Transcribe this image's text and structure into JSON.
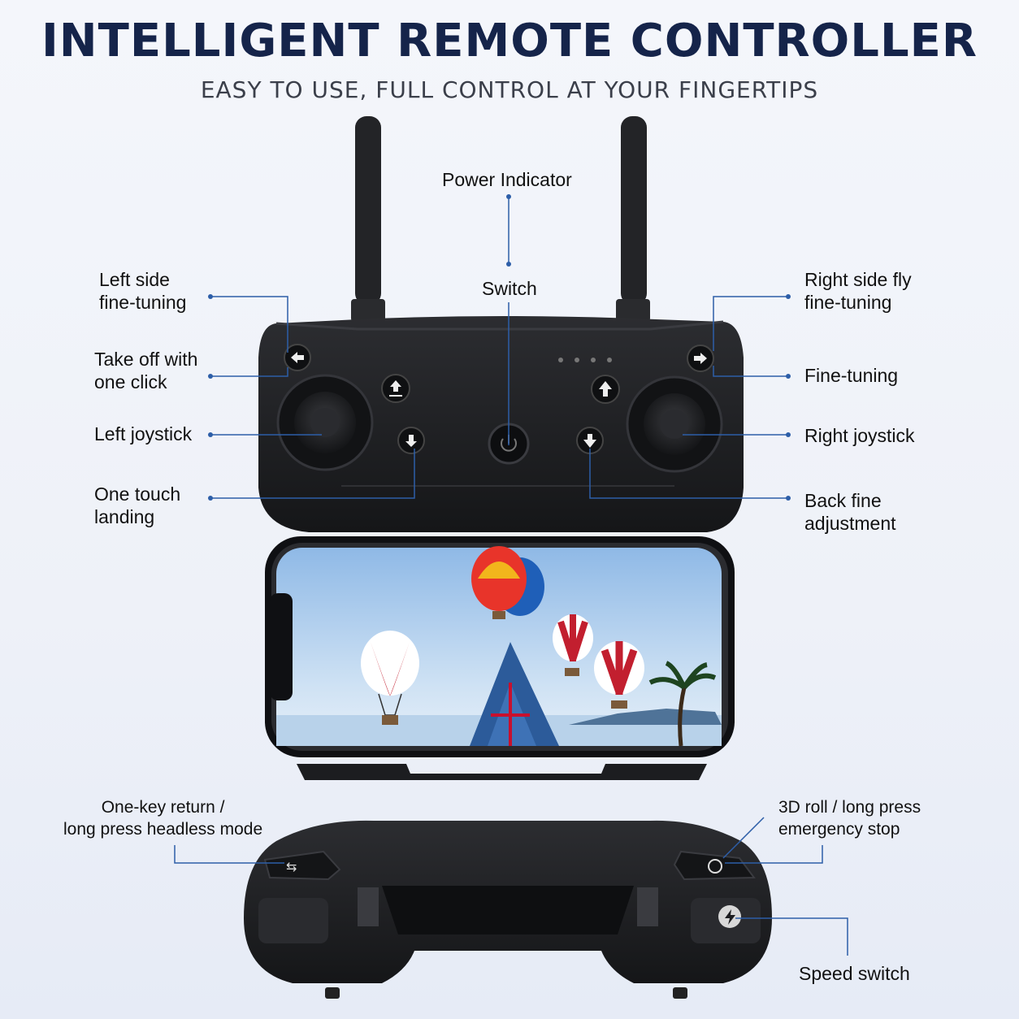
{
  "header": {
    "title": "INTELLIGENT REMOTE CONTROLLER",
    "subtitle": "EASY TO USE, FULL CONTROL AT YOUR FINGERTIPS"
  },
  "callouts": {
    "power_indicator": "Power Indicator",
    "switch": "Switch",
    "left_side_fine_tuning": "Left side\nfine-tuning",
    "take_off": "Take off with\none click",
    "left_joystick": "Left joystick",
    "one_touch_landing": "One touch\nlanding",
    "right_side_fly": "Right side fly\nfine-tuning",
    "fine_tuning": "Fine-tuning",
    "right_joystick": "Right joystick",
    "back_fine": "Back fine\nadjustment",
    "one_key_return": "One-key return /\nlong press headless mode",
    "roll_3d": "3D roll / long press\nemergency stop",
    "speed_switch": "Speed switch"
  },
  "colors": {
    "title": "#15244a",
    "leader_line": "#2d5ea8",
    "controller_body": "#1e1f22"
  },
  "icons": [
    "left-arrow-icon",
    "right-arrow-icon",
    "takeoff-icon",
    "up-arrow-icon",
    "landing-icon",
    "down-arrow-icon",
    "power-icon",
    "headless-icon",
    "roll-icon",
    "speed-icon"
  ]
}
